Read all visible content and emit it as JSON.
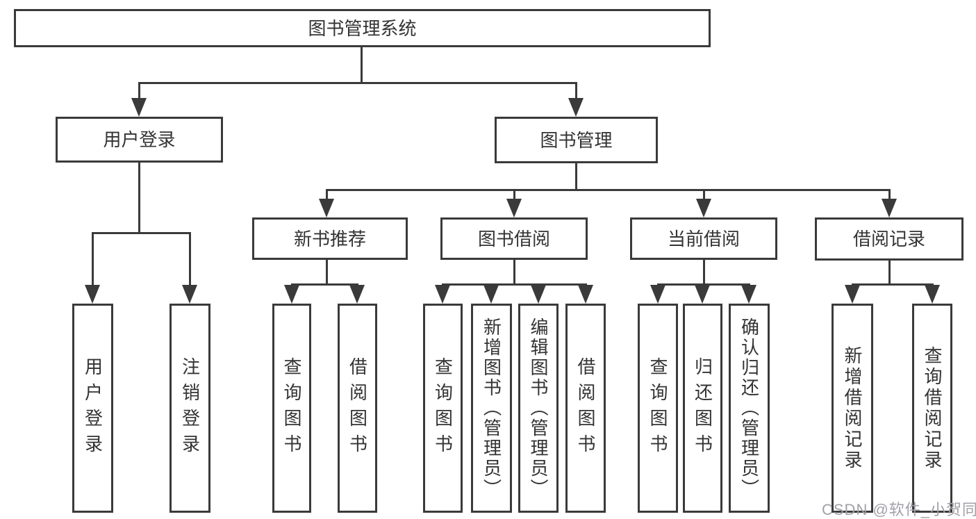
{
  "diagram": {
    "root": {
      "label": "图书管理系统",
      "children": [
        {
          "label": "用户登录",
          "children": [
            {
              "label": "用户登录"
            },
            {
              "label": "注销登录"
            }
          ]
        },
        {
          "label": "图书管理",
          "children": [
            {
              "label": "新书推荐",
              "children": [
                {
                  "label": "查询图书"
                },
                {
                  "label": "借阅图书"
                }
              ]
            },
            {
              "label": "图书借阅",
              "children": [
                {
                  "label": "查询图书"
                },
                {
                  "label": "新增图书（管理员）"
                },
                {
                  "label": "编辑图书（管理员）"
                },
                {
                  "label": "借阅图书"
                }
              ]
            },
            {
              "label": "当前借阅",
              "children": [
                {
                  "label": "查询图书"
                },
                {
                  "label": "归还图书"
                },
                {
                  "label": "确认归还（管理员）"
                }
              ]
            },
            {
              "label": "借阅记录",
              "children": [
                {
                  "label": "新增借阅记录"
                },
                {
                  "label": "查询借阅记录"
                }
              ]
            }
          ]
        }
      ]
    }
  },
  "watermark": {
    "text": "CSDN @软件_小贺同学"
  },
  "colors": {
    "line": "#3a3a3a",
    "text": "#333333",
    "background": "#ffffff",
    "watermark": "#a0a0a8"
  }
}
